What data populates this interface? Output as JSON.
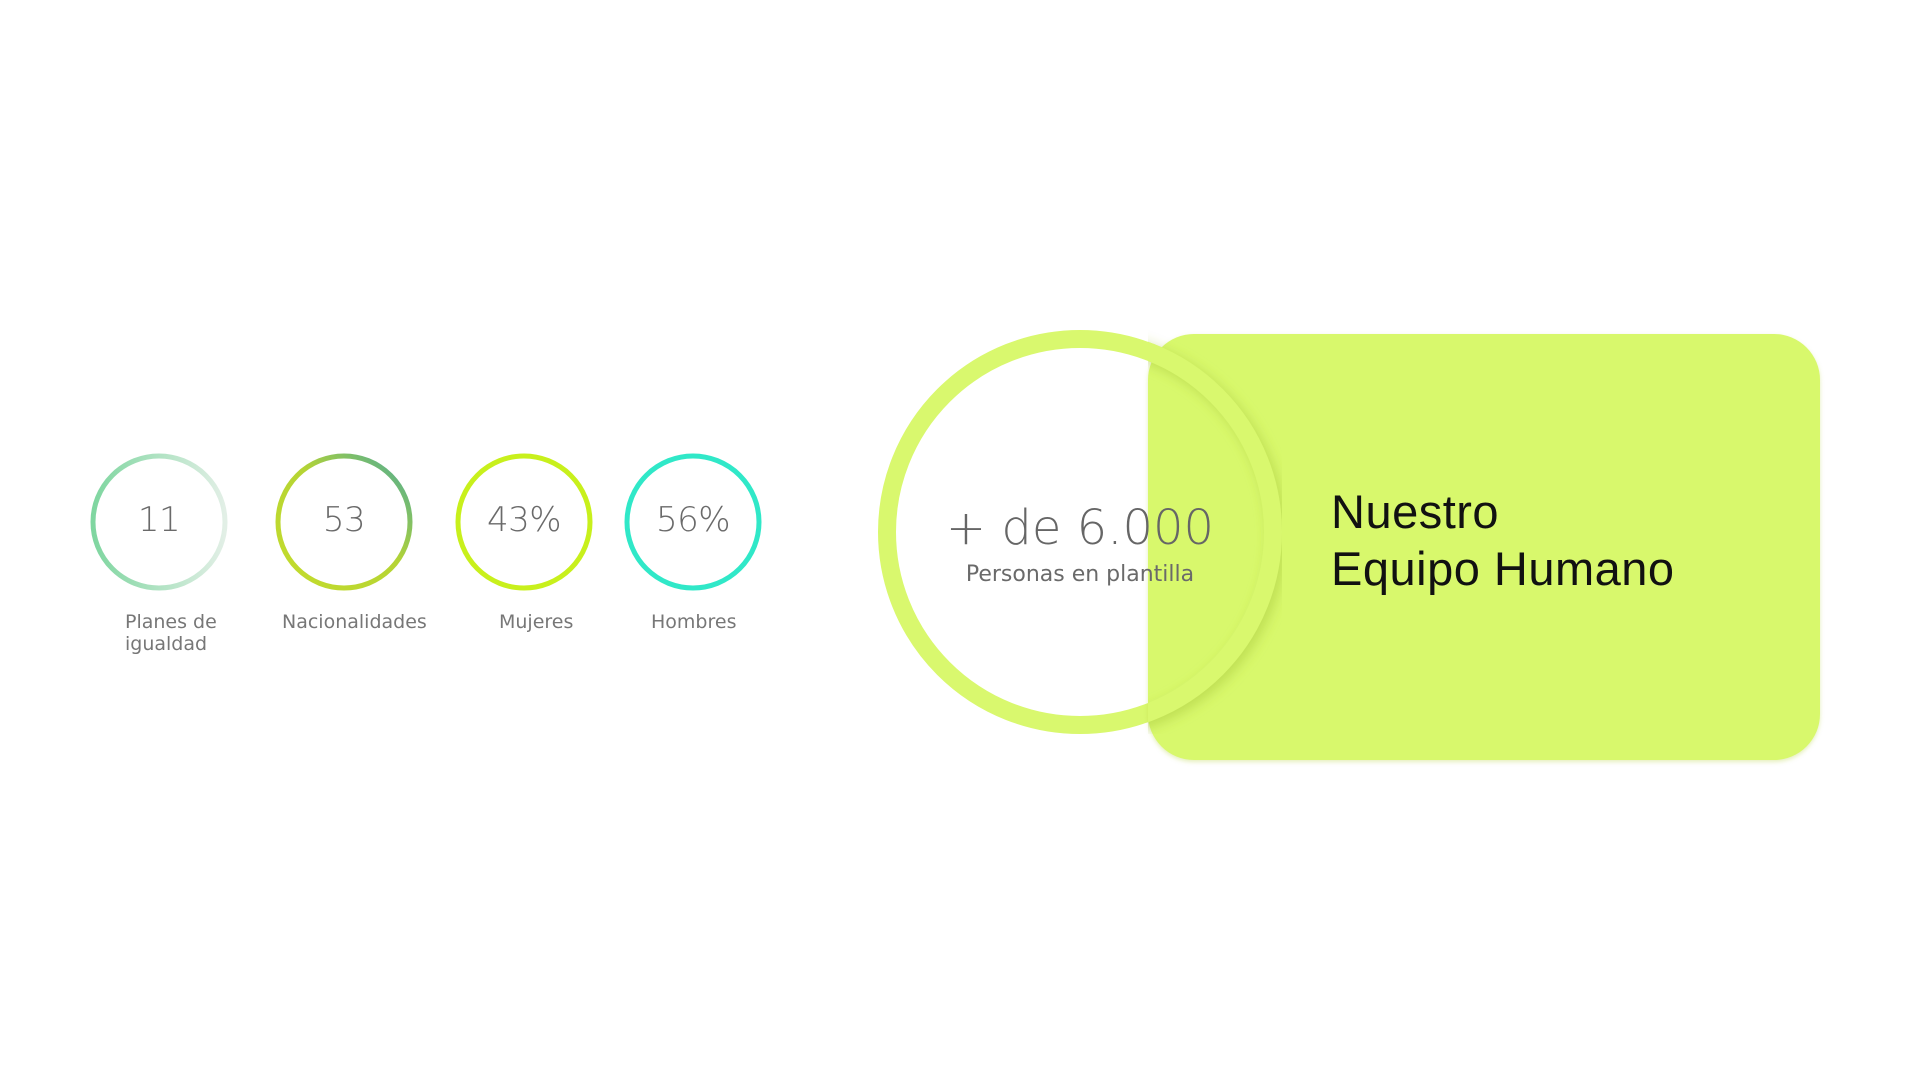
{
  "stats": [
    {
      "value": "11",
      "label": "Planes de\nigualdad",
      "ring_colors": [
        "#7fd6a0",
        "#e2efe6"
      ]
    },
    {
      "value": "53",
      "label": "Nacionalidades",
      "ring_colors": [
        "#c4dc2c",
        "#47a99e"
      ]
    },
    {
      "value": "43%",
      "label": "Mujeres",
      "ring_colors": [
        "#c8f01c",
        "#c8f01c"
      ]
    },
    {
      "value": "56%",
      "label": "Hombres",
      "ring_colors": [
        "#30e8c8",
        "#30e8c8"
      ]
    }
  ],
  "headcount": {
    "value": "+ de 6.000",
    "label": "Personas en plantilla",
    "ring_color": "#d9f86e"
  },
  "title_card": {
    "title": "Nuestro\nEquipo Humano",
    "background": "#d8f86c"
  }
}
